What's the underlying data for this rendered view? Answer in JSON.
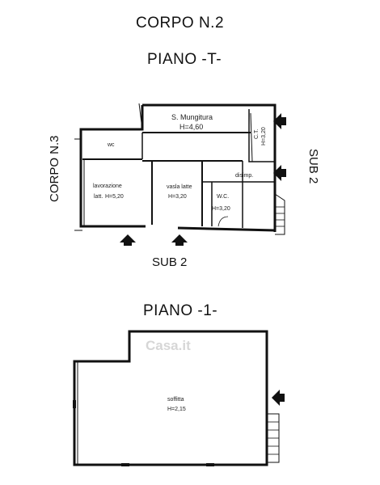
{
  "title": "CORPO N.2",
  "floor_t": {
    "title": "PIANO -T-",
    "rooms": {
      "mungitura_name": "S. Mungitura",
      "mungitura_h": "H=4,60",
      "wc_small": "wc",
      "lavorazione_name": "lavorazione",
      "lavorazione_sub": "latt.",
      "lavorazione_h": "H=5,20",
      "vasca_name": "vasla latte",
      "vasca_h": "H=3,20",
      "wc_name": "W.C.",
      "wc_h": "H=3,20",
      "disimp": "disimp.",
      "ct_name": "C.T.",
      "ct_h": "H=3,20"
    },
    "side_left": "CORPO N.3",
    "side_right": "SUB 2",
    "bottom_label": "SUB 2"
  },
  "floor_1": {
    "title": "PIANO -1-",
    "room_name": "soffitta",
    "room_h": "H=2,15"
  },
  "watermark": "Casa.it"
}
